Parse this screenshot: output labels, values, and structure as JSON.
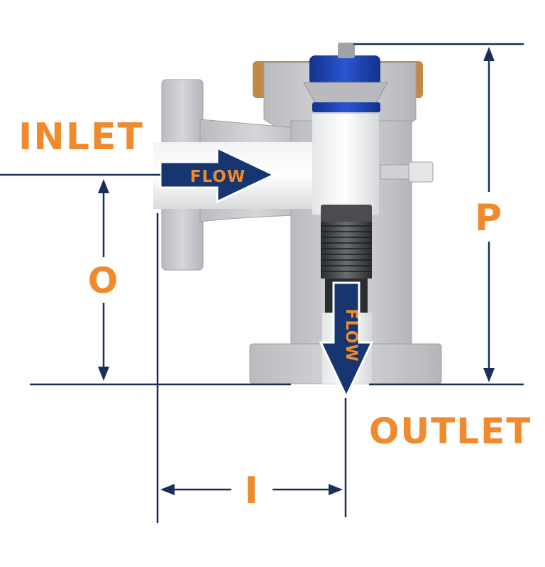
{
  "labels": {
    "inlet": "INLET",
    "outlet": "OUTLET",
    "flow_inlet": "FLOW",
    "flow_outlet": "FLOW"
  },
  "dimensions": {
    "o": "O",
    "i": "I",
    "p": "P"
  },
  "colors": {
    "label_orange": "#f08a2c",
    "dimension_navy": "#1a2f57",
    "arrow_blue": "#17356e",
    "bonnet_blue": "#1d46b8",
    "body_gray": "#c9cbce",
    "bronze_cap": "#c08a44"
  }
}
